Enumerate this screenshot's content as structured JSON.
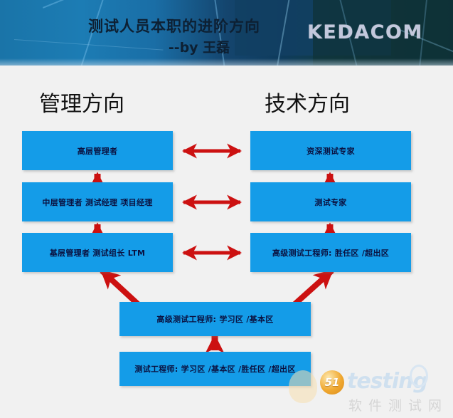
{
  "banner": {
    "title": "测试人员本职的进阶方向",
    "subtitle": "--by 王磊",
    "brand": "KEDACOM"
  },
  "columns": {
    "left_heading": "管理方向",
    "right_heading": "技术方向"
  },
  "nodes": {
    "left": [
      {
        "label": "高层管理者"
      },
      {
        "label": "中层管理者 测试经理 项目经理"
      },
      {
        "label": "基层管理者 测试组长 LTM"
      }
    ],
    "right": [
      {
        "label": "资深测试专家"
      },
      {
        "label": "测试专家"
      },
      {
        "label": "高级测试工程师: 胜任区 /超出区"
      }
    ],
    "bottom": [
      {
        "label": "高级测试工程师: 学习区 /基本区"
      },
      {
        "label": "测试工程师: 学习区 /基本区 /胜任区 /超出区"
      }
    ]
  },
  "watermark": {
    "badge": "51",
    "text": "testing",
    "chinese": "软件测试网"
  },
  "colors": {
    "node_fill": "#149ce8",
    "node_text": "#0a1140",
    "arrow": "#cc1111",
    "background": "#f1f1f1",
    "banner_blue": "#1a74a8"
  }
}
